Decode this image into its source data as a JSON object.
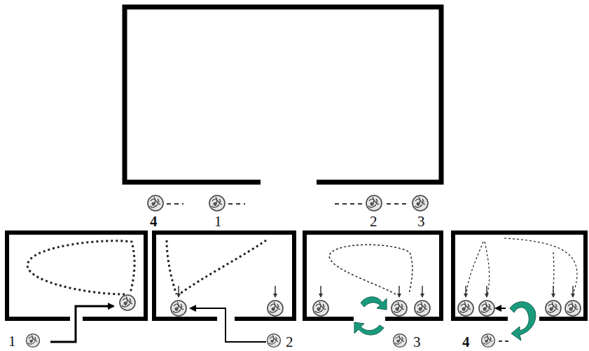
{
  "diagram": {
    "labels": [
      "4",
      "1",
      "2",
      "3",
      "1",
      "2",
      "3",
      "4"
    ]
  }
}
